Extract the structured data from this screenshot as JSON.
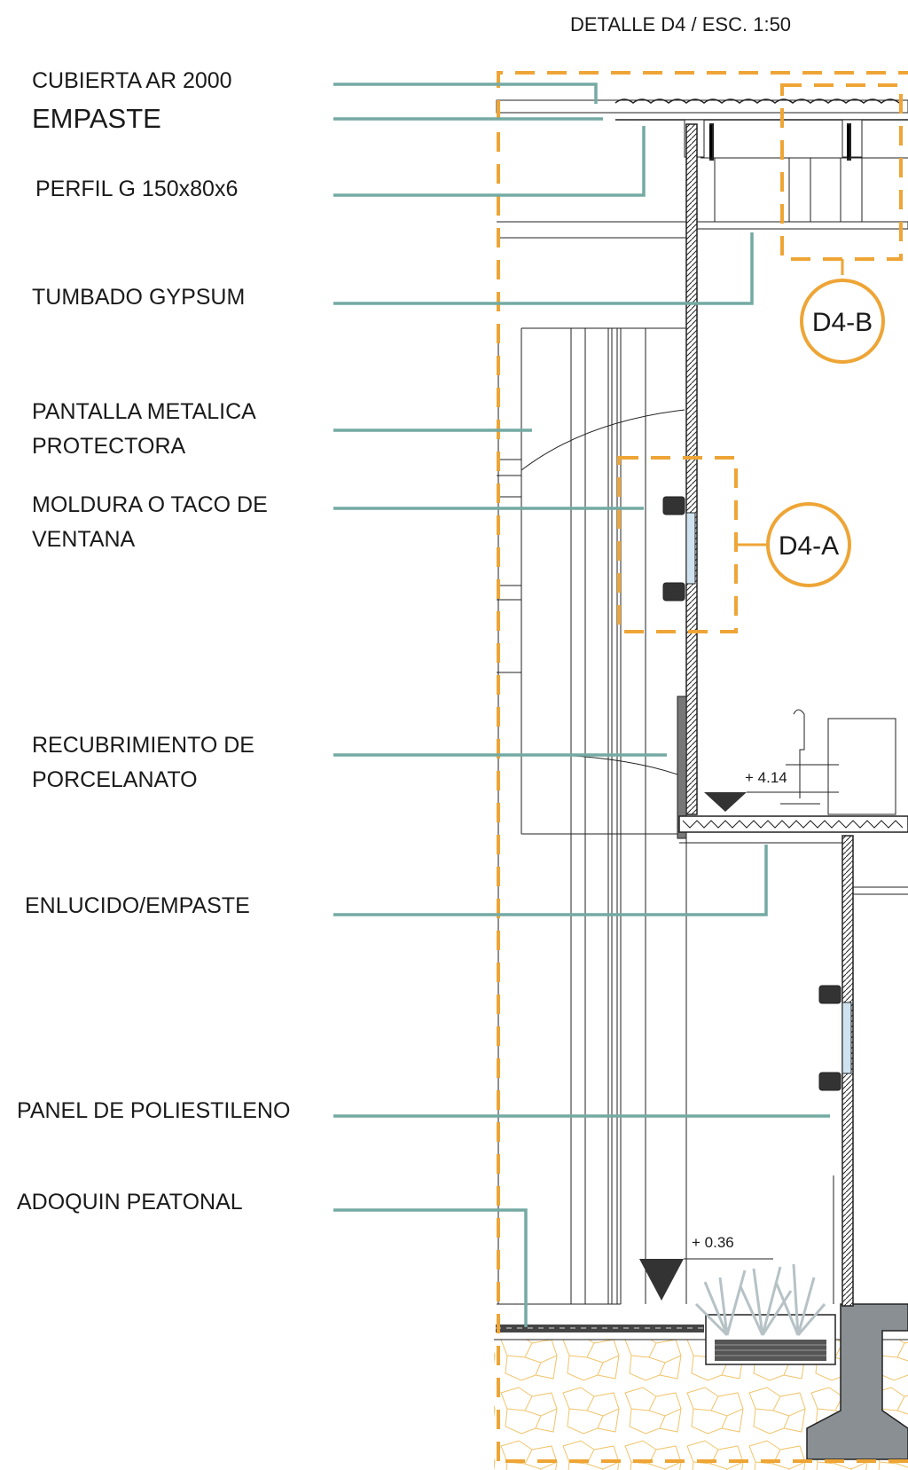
{
  "title": "DETALLE D4 /   ESC. 1:50",
  "labels": {
    "cubierta": "CUBIERTA AR 2000",
    "empaste": "EMPASTE",
    "perfil": "PERFIL G 150x80x6",
    "tumbado": "TUMBADO GYPSUM",
    "pantalla_1": "PANTALLA METALICA",
    "pantalla_2": "PROTECTORA",
    "moldura_1": "MOLDURA O TACO DE",
    "moldura_2": "VENTANA",
    "recubrimiento_1": "RECUBRIMIENTO DE",
    "recubrimiento_2": "PORCELANATO",
    "enlucido": "ENLUCIDO/EMPASTE",
    "panel": "PANEL DE POLIESTILENO",
    "adoquin": "ADOQUIN PEATONAL"
  },
  "callouts": {
    "d4b": "D4-B",
    "d4a": "D4-A"
  },
  "levels": {
    "upper": "+ 4.14",
    "lower": "+ 0.36"
  },
  "colors": {
    "leader": "#74aaa3",
    "callout": "#eea536",
    "line": "#222222",
    "fill_dark": "#333333",
    "ground": "#f5d48a"
  }
}
